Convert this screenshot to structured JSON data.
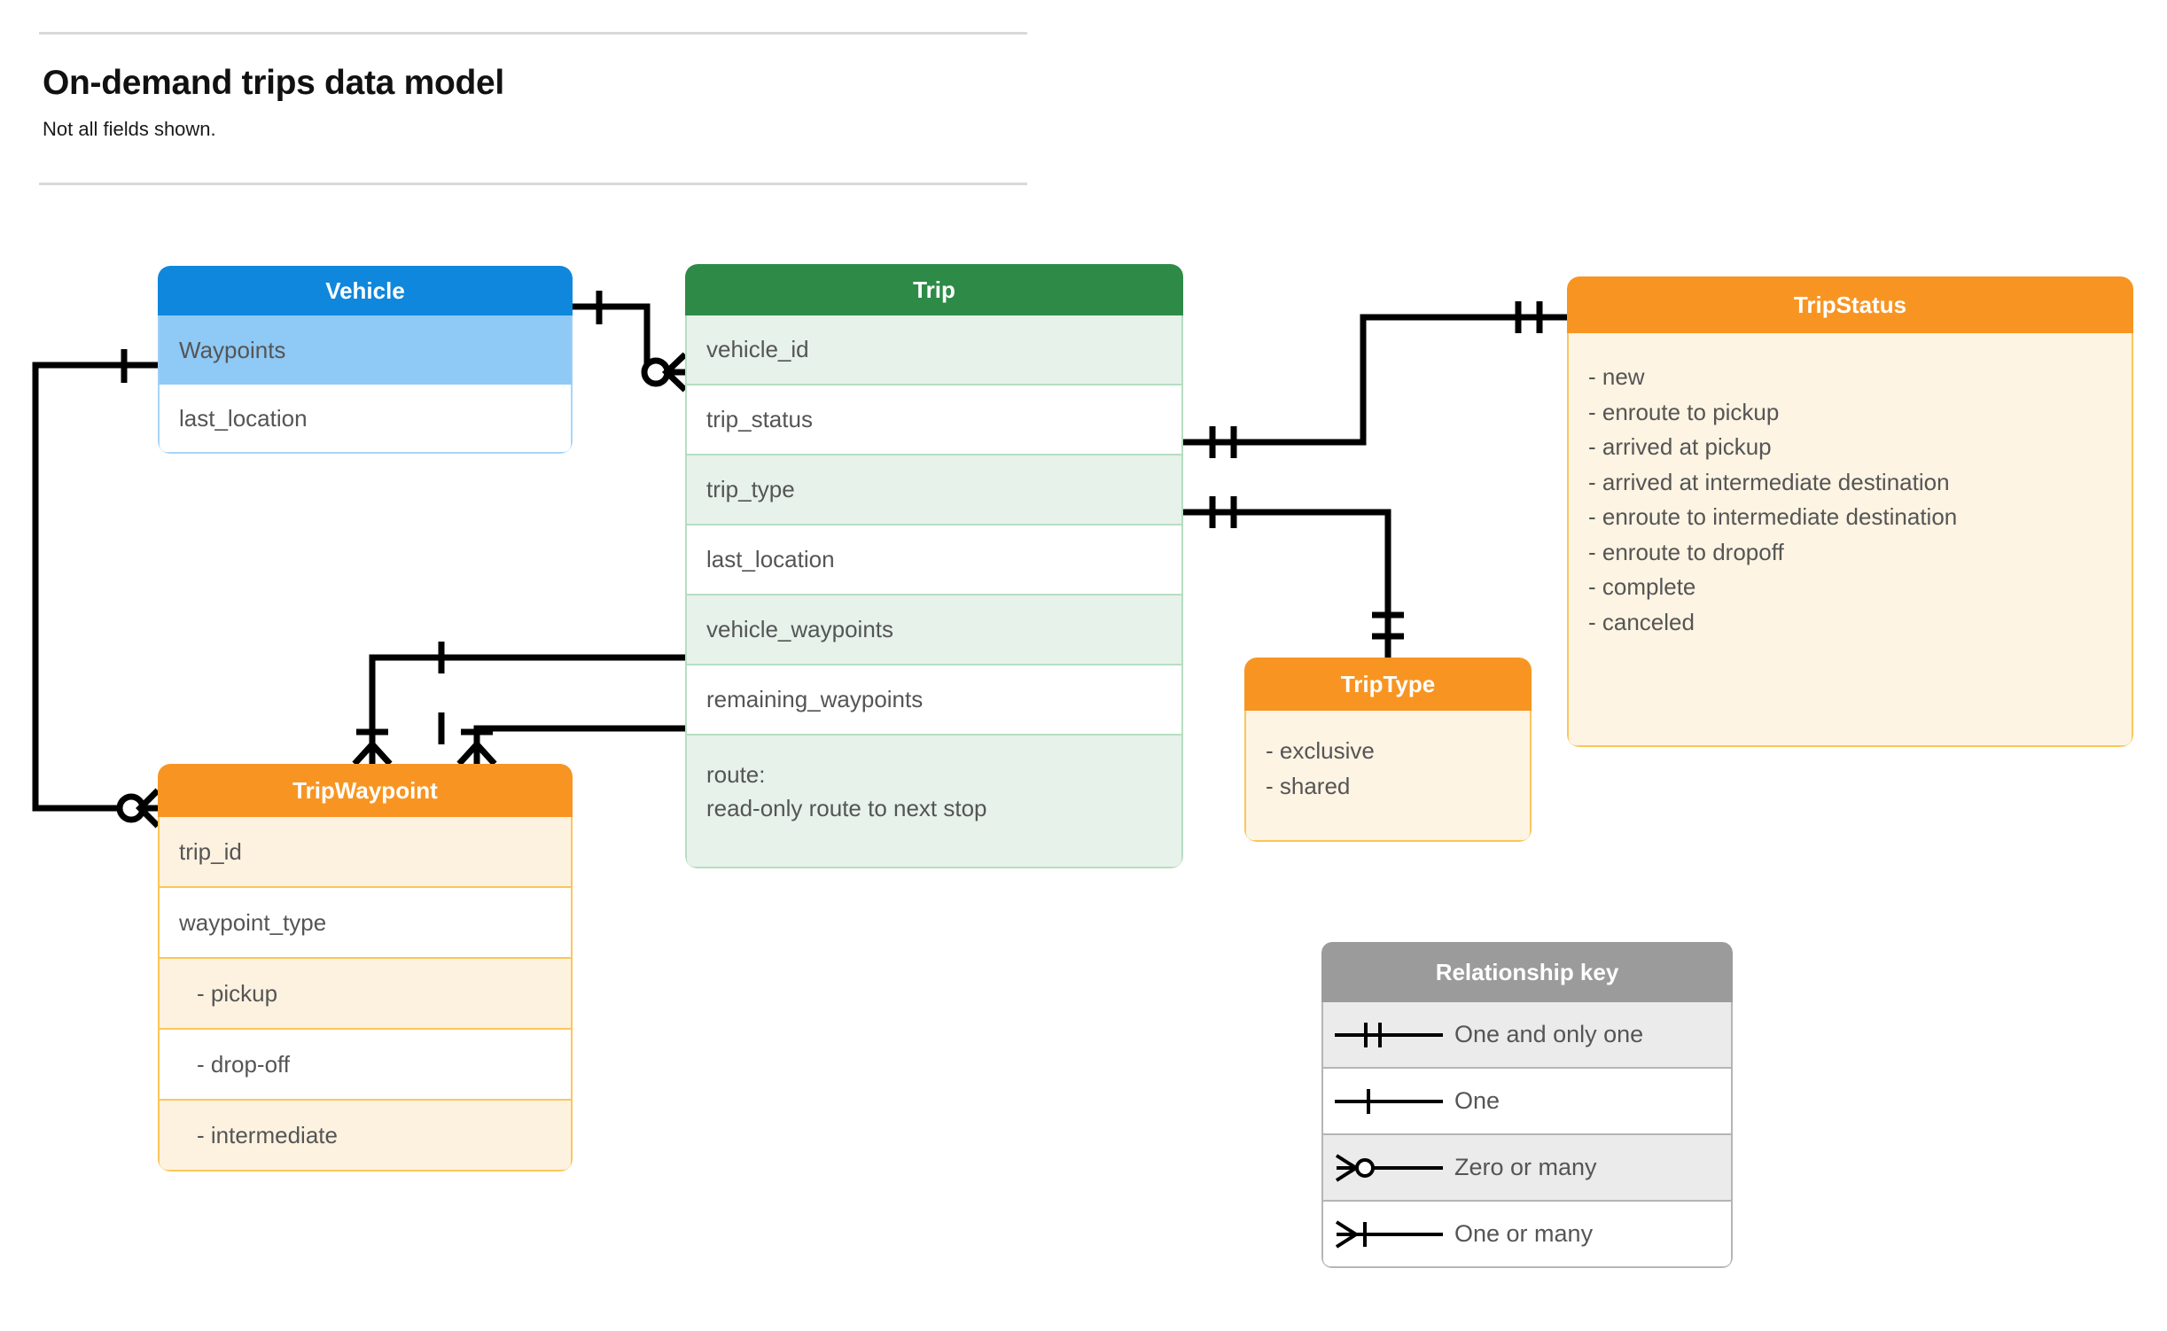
{
  "header": {
    "title": "On-demand trips data model",
    "subtitle": "Not all fields shown."
  },
  "entities": {
    "vehicle": {
      "name": "Vehicle",
      "header_color": "#0f87dc",
      "fields": [
        {
          "label": "Waypoints",
          "highlighted": true
        },
        {
          "label": "last_location",
          "highlighted": false
        }
      ]
    },
    "trip": {
      "name": "Trip",
      "header_color": "#2e8b47",
      "fields": [
        {
          "label": "vehicle_id"
        },
        {
          "label": "trip_status"
        },
        {
          "label": "trip_type"
        },
        {
          "label": "last_location"
        },
        {
          "label": "vehicle_waypoints"
        },
        {
          "label": "remaining_waypoints"
        }
      ],
      "route_line1": "route:",
      "route_line2": "read-only route to next stop"
    },
    "trip_status": {
      "name": "TripStatus",
      "header_color": "#f89522",
      "values": [
        "- new",
        "- enroute to pickup",
        "- arrived at pickup",
        "- arrived at intermediate destination",
        "- enroute to intermediate destination",
        "- enroute to dropoff",
        "- complete",
        "- canceled"
      ]
    },
    "trip_type": {
      "name": "TripType",
      "header_color": "#f89522",
      "values": [
        "- exclusive",
        "- shared"
      ]
    },
    "trip_waypoint": {
      "name": "TripWaypoint",
      "header_color": "#f89522",
      "fields": [
        {
          "label": "trip_id"
        },
        {
          "label": "waypoint_type"
        },
        {
          "label": "-  pickup"
        },
        {
          "label": "-  drop-off"
        },
        {
          "label": "-  intermediate"
        }
      ]
    }
  },
  "legend": {
    "title": "Relationship key",
    "header_color": "#9b9b9b",
    "rows": [
      {
        "symbol": "one-and-only-one",
        "label": "One and only one"
      },
      {
        "symbol": "one",
        "label": "One"
      },
      {
        "symbol": "zero-or-many",
        "label": "Zero or many"
      },
      {
        "symbol": "one-or-many",
        "label": "One or many"
      }
    ]
  },
  "relationships": [
    {
      "from": "Vehicle",
      "to": "Trip.vehicle_id",
      "from_cardinality": "one",
      "to_cardinality": "zero-or-many"
    },
    {
      "from": "Vehicle.Waypoints",
      "to": "TripWaypoint",
      "from_cardinality": "one",
      "to_cardinality": "zero-or-many"
    },
    {
      "from": "Trip.trip_status",
      "to": "TripStatus",
      "from_cardinality": "one-and-only-one",
      "to_cardinality": "one-and-only-one"
    },
    {
      "from": "Trip.trip_type",
      "to": "TripType",
      "from_cardinality": "one-and-only-one",
      "to_cardinality": "one-and-only-one"
    },
    {
      "from": "Trip.vehicle_waypoints",
      "to": "TripWaypoint",
      "from_cardinality": "one",
      "to_cardinality": "one-or-many"
    },
    {
      "from": "Trip.remaining_waypoints",
      "to": "TripWaypoint",
      "from_cardinality": "one",
      "to_cardinality": "one-or-many"
    }
  ]
}
